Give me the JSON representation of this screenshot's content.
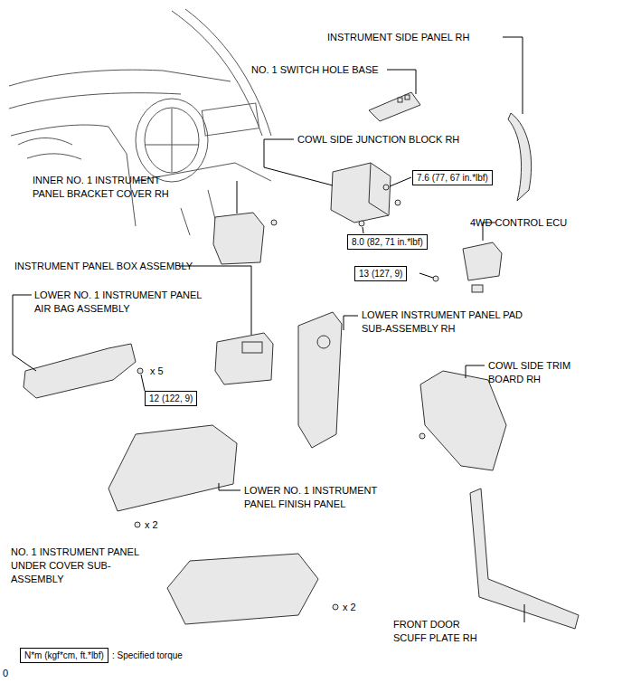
{
  "diagram": {
    "nodes": [
      {
        "text": [
          "7.6 (77, 67 in.*lbf)"
        ]
      },
      {
        "text": [
          "8.0 (82, 71 in.*lbf)"
        ]
      },
      {
        "text": [
          "13 (127, 9)"
        ]
      },
      {
        "text": [
          "12 (122, 9)"
        ]
      },
      {
        "text": [
          "N*m (kgf*cm, ft.*lbf)"
        ]
      }
    ],
    "labels": [
      "INSTRUMENT SIDE PANEL RH",
      "NO. 1 SWITCH HOLE BASE",
      "COWL SIDE JUNCTION BLOCK RH",
      "INNER NO. 1 INSTRUMENT PANEL BRACKET COVER RH",
      "4WD CONTROL ECU",
      "INSTRUMENT PANEL BOX ASSEMBLY",
      "LOWER NO. 1 INSTRUMENT PANEL AIR BAG ASSEMBLY",
      "LOWER INSTRUMENT PANEL PAD SUB-ASSEMBLY RH",
      "COWL SIDE TRIM BOARD RH",
      "x 5",
      "LOWER NO. 1 INSTRUMENT PANEL FINISH PANEL",
      "x 2",
      "NO. 1 INSTRUMENT PANEL UNDER COVER SUB-ASSEMBLY",
      "x 2",
      "FRONT DOOR SCUFF PLATE RH",
      "0"
    ],
    "legend": [
      {
        "text": ": Specified torque"
      }
    ]
  }
}
